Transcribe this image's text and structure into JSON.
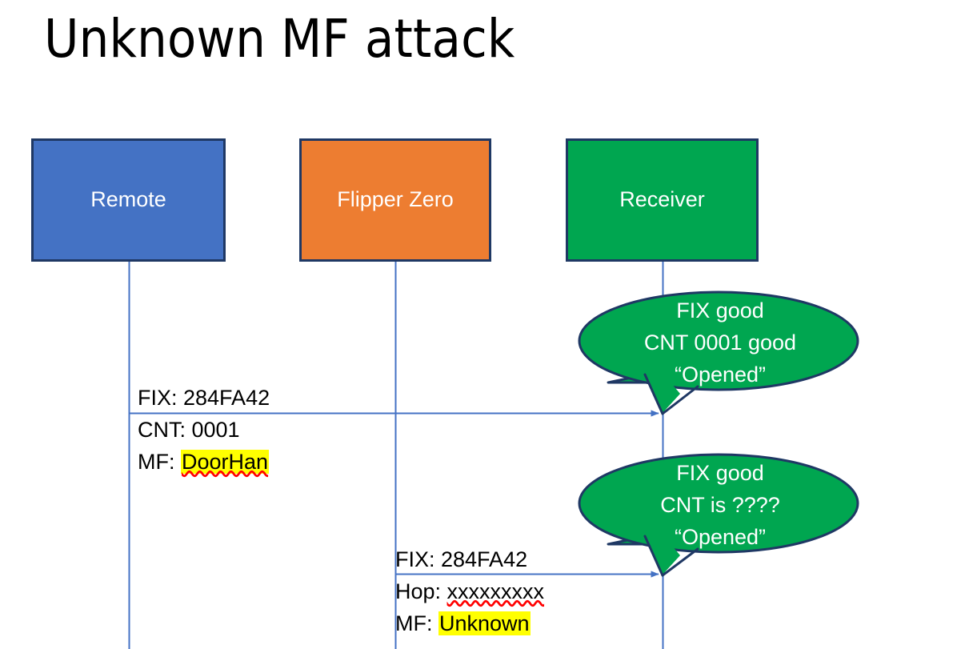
{
  "slide": {
    "title": "Unknown MF attack",
    "background_color": "#FFFFFF"
  },
  "colors": {
    "remote_fill": "#4472C4",
    "flipper_fill": "#ED7D31",
    "receiver_fill": "#00A650",
    "box_border": "#1F3864",
    "lifeline": "#4472C4",
    "arrow": "#4472C4",
    "highlight": "#FFFF00",
    "spellcheck_underline": "#FF0000",
    "text": "#000000",
    "box_label_text": "#FFFFFF"
  },
  "actors": [
    {
      "id": "remote",
      "label": "Remote",
      "fill": "#4472C4"
    },
    {
      "id": "flipper",
      "label": "Flipper Zero",
      "fill": "#ED7D31"
    },
    {
      "id": "receiver",
      "label": "Receiver",
      "fill": "#00A650"
    }
  ],
  "messages": [
    {
      "id": "remote-to-receiver",
      "from": "remote",
      "to": "receiver",
      "line1": "FIX: 284FA42",
      "line2": "CNT: 0001",
      "line3_label": "MF: ",
      "line3_value": "DoorHan",
      "line3_highlighted": true,
      "line3_spellchecked": true
    },
    {
      "id": "flipper-to-receiver",
      "from": "flipper",
      "to": "receiver",
      "line1": "FIX: 284FA42",
      "line2_label": "Hop: ",
      "line2_value": "xxxxxxxxx",
      "line2_spellchecked": true,
      "line3_label": "MF: ",
      "line3_value": "Unknown",
      "line3_highlighted": true
    }
  ],
  "callouts": [
    {
      "id": "callout-1",
      "anchor": "remote-to-receiver",
      "line1": "FIX good",
      "line2": "CNT 0001 good",
      "line3": "“Opened”",
      "fill": "#00A650"
    },
    {
      "id": "callout-2",
      "anchor": "flipper-to-receiver",
      "line1": "FIX good",
      "line2": "CNT is ????",
      "line3": "“Opened”",
      "fill": "#00A650"
    }
  ]
}
